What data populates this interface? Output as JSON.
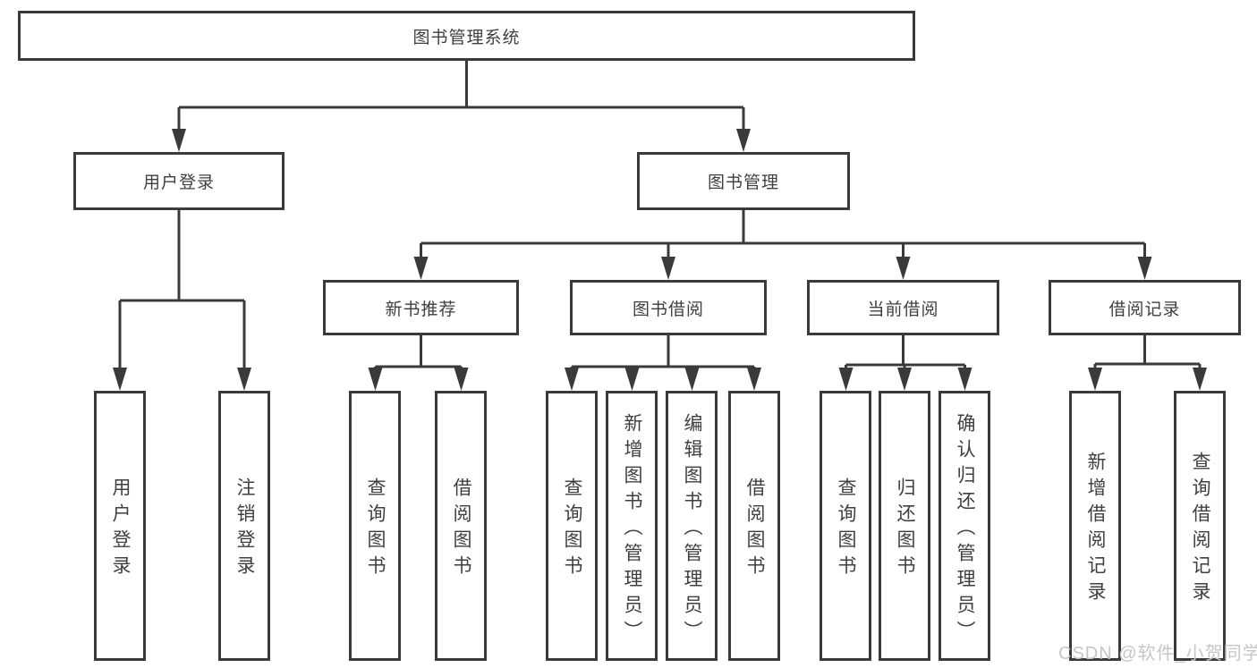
{
  "diagram": {
    "root": {
      "label": "图书管理系统"
    },
    "level2": [
      {
        "label": "用户登录"
      },
      {
        "label": "图书管理"
      }
    ],
    "level3": [
      {
        "label": "新书推荐"
      },
      {
        "label": "图书借阅"
      },
      {
        "label": "当前借阅"
      },
      {
        "label": "借阅记录"
      }
    ],
    "leaves": [
      {
        "label": "用户登录"
      },
      {
        "label": "注销登录"
      },
      {
        "label": "查询图书"
      },
      {
        "label": "借阅图书"
      },
      {
        "label": "查询图书"
      },
      {
        "label": "新增图书（管理员）"
      },
      {
        "label": "编辑图书（管理员）"
      },
      {
        "label": "借阅图书"
      },
      {
        "label": "查询图书"
      },
      {
        "label": "归还图书"
      },
      {
        "label": "确认归还（管理员）"
      },
      {
        "label": "新增借阅记录"
      },
      {
        "label": "查询借阅记录"
      }
    ]
  },
  "watermark": {
    "text": "CSDN @软件_小贺同学"
  },
  "colors": {
    "line": "#3a3a3a",
    "text": "#3f3f3f",
    "background": "#ffffff",
    "watermark": "#c6c6c6"
  }
}
